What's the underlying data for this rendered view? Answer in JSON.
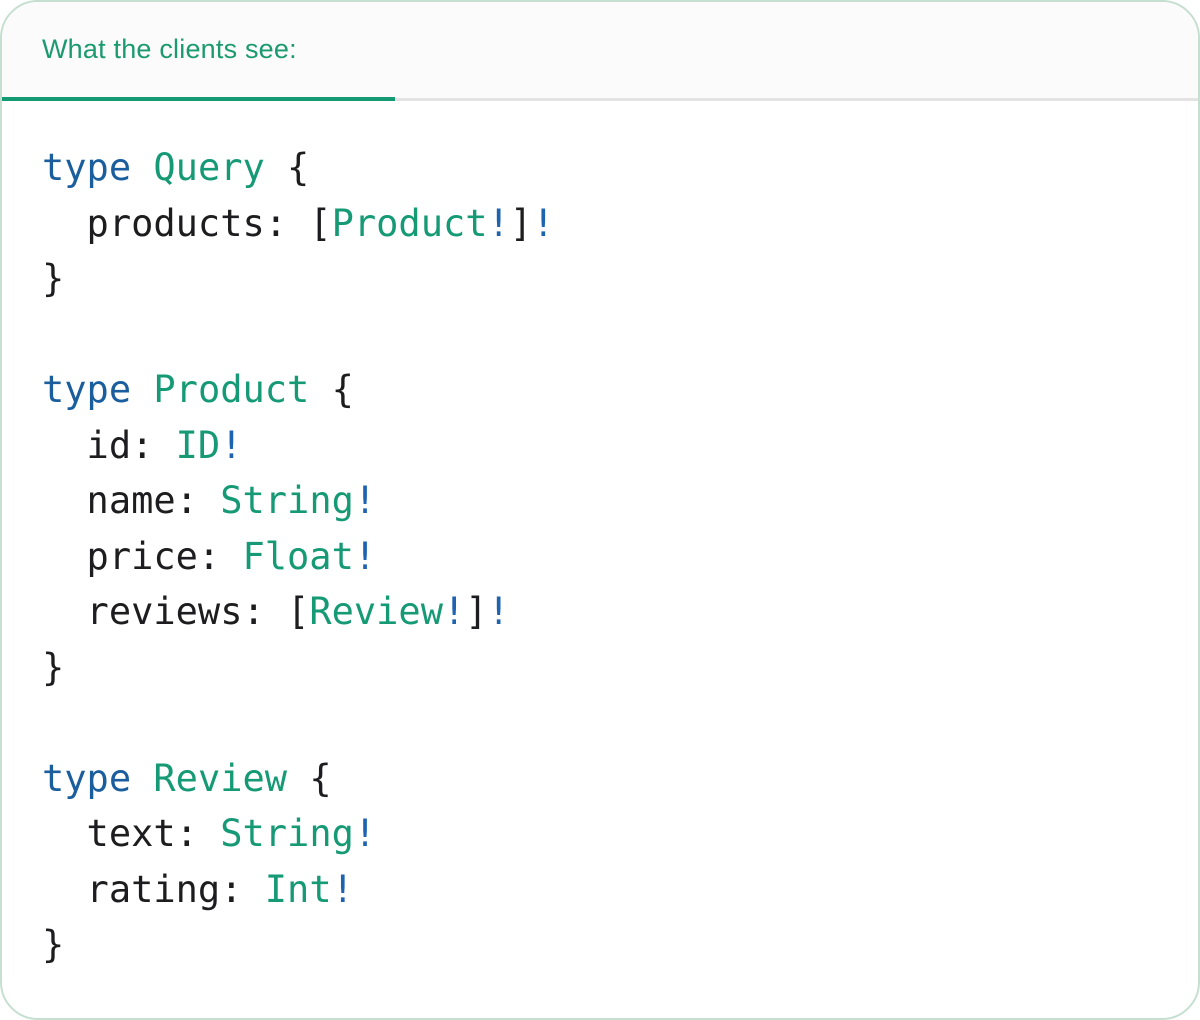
{
  "theme": {
    "header_green": "#1B9A6F",
    "underline_green": "#149A72",
    "code_teal": "#169A76",
    "keyword_blue": "#1B5E9E",
    "bang_blue": "#1E63B0",
    "text_dark": "#1D1D1F",
    "header_bg": "#FBFBFB",
    "divider_gray": "#E3E3E3",
    "card_border": "#C6DFD0"
  },
  "header": {
    "title": "What the clients see:"
  },
  "code": {
    "language": "graphql",
    "lines": [
      {
        "tokens": [
          {
            "text": "type",
            "type": "keyword"
          },
          {
            "text": " ",
            "type": "plain"
          },
          {
            "text": "Query",
            "type": "typename"
          },
          {
            "text": " {",
            "type": "plain"
          }
        ]
      },
      {
        "tokens": [
          {
            "text": "  products: [",
            "type": "plain"
          },
          {
            "text": "Product",
            "type": "typename"
          },
          {
            "text": "!",
            "type": "bang"
          },
          {
            "text": "]",
            "type": "plain"
          },
          {
            "text": "!",
            "type": "bang"
          }
        ]
      },
      {
        "tokens": [
          {
            "text": "}",
            "type": "plain"
          }
        ]
      },
      {
        "tokens": []
      },
      {
        "tokens": [
          {
            "text": "type",
            "type": "keyword"
          },
          {
            "text": " ",
            "type": "plain"
          },
          {
            "text": "Product",
            "type": "typename"
          },
          {
            "text": " {",
            "type": "plain"
          }
        ]
      },
      {
        "tokens": [
          {
            "text": "  id: ",
            "type": "plain"
          },
          {
            "text": "ID",
            "type": "typename"
          },
          {
            "text": "!",
            "type": "bang"
          }
        ]
      },
      {
        "tokens": [
          {
            "text": "  name: ",
            "type": "plain"
          },
          {
            "text": "String",
            "type": "typename"
          },
          {
            "text": "!",
            "type": "bang"
          }
        ]
      },
      {
        "tokens": [
          {
            "text": "  price: ",
            "type": "plain"
          },
          {
            "text": "Float",
            "type": "typename"
          },
          {
            "text": "!",
            "type": "bang"
          }
        ]
      },
      {
        "tokens": [
          {
            "text": "  reviews: [",
            "type": "plain"
          },
          {
            "text": "Review",
            "type": "typename"
          },
          {
            "text": "!",
            "type": "bang"
          },
          {
            "text": "]",
            "type": "plain"
          },
          {
            "text": "!",
            "type": "bang"
          }
        ]
      },
      {
        "tokens": [
          {
            "text": "}",
            "type": "plain"
          }
        ]
      },
      {
        "tokens": []
      },
      {
        "tokens": [
          {
            "text": "type",
            "type": "keyword"
          },
          {
            "text": " ",
            "type": "plain"
          },
          {
            "text": "Review",
            "type": "typename"
          },
          {
            "text": " {",
            "type": "plain"
          }
        ]
      },
      {
        "tokens": [
          {
            "text": "  text: ",
            "type": "plain"
          },
          {
            "text": "String",
            "type": "typename"
          },
          {
            "text": "!",
            "type": "bang"
          }
        ]
      },
      {
        "tokens": [
          {
            "text": "  rating: ",
            "type": "plain"
          },
          {
            "text": "Int",
            "type": "typename"
          },
          {
            "text": "!",
            "type": "bang"
          }
        ]
      },
      {
        "tokens": [
          {
            "text": "}",
            "type": "plain"
          }
        ]
      }
    ]
  }
}
